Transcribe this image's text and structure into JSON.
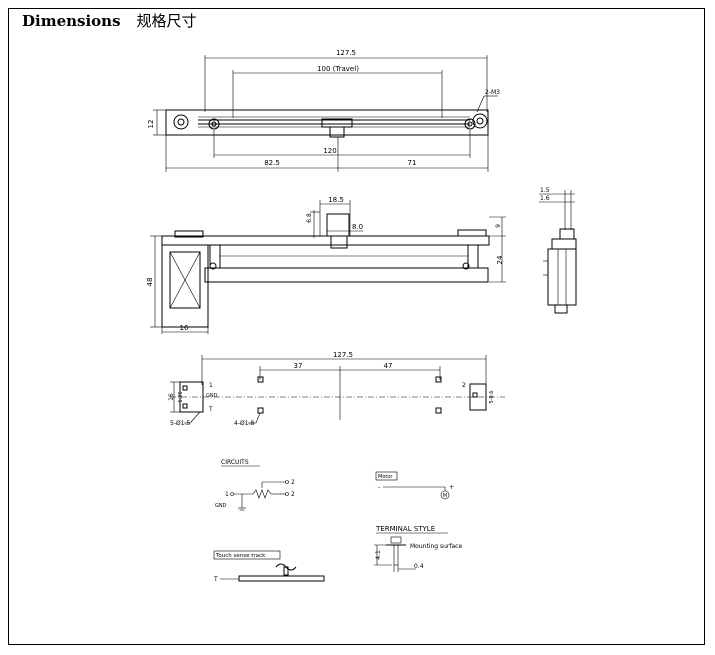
{
  "title": {
    "en": "Dimensions",
    "cn": "规格尺寸"
  },
  "top_view": {
    "dims": {
      "overall": "127.5",
      "travel": "100 (Travel)",
      "thread": "2-M3",
      "height": "12",
      "hole_pitch": "120",
      "left": "82.5",
      "right": "71"
    }
  },
  "side_view": {
    "dims": {
      "knob_width": "18.5",
      "knob_w2": "8.0",
      "knob_h": "6.8",
      "top": "9",
      "body": "24",
      "bracket": "48",
      "bracket_w": "16"
    }
  },
  "end_view": {
    "dims": {
      "a": "1.5",
      "b": "1.6"
    }
  },
  "bottom_view": {
    "dims": {
      "overall": "127.5",
      "d1": "37",
      "d2": "47",
      "left_h": "16",
      "left_sub": "1.25",
      "right_sub": "5-0.6",
      "hole1": "5-Ø1.5",
      "hole2": "4-Ø1.8"
    },
    "pins": {
      "l": "1",
      "gnd": "GND",
      "t": "T",
      "r": "2"
    }
  },
  "circuits": {
    "title": "CIRCUITS",
    "pin1": "1",
    "pin2": "2",
    "gnd": "GND"
  },
  "motor": {
    "title": "Motor",
    "plus": "+",
    "minus": "-",
    "m": "M"
  },
  "terminal": {
    "title": "TERMINAL  STYLE",
    "label": "Mounting surface",
    "h": "4.1",
    "w": "0.4"
  },
  "touch": {
    "title": "Touch sense track",
    "t": "T"
  }
}
